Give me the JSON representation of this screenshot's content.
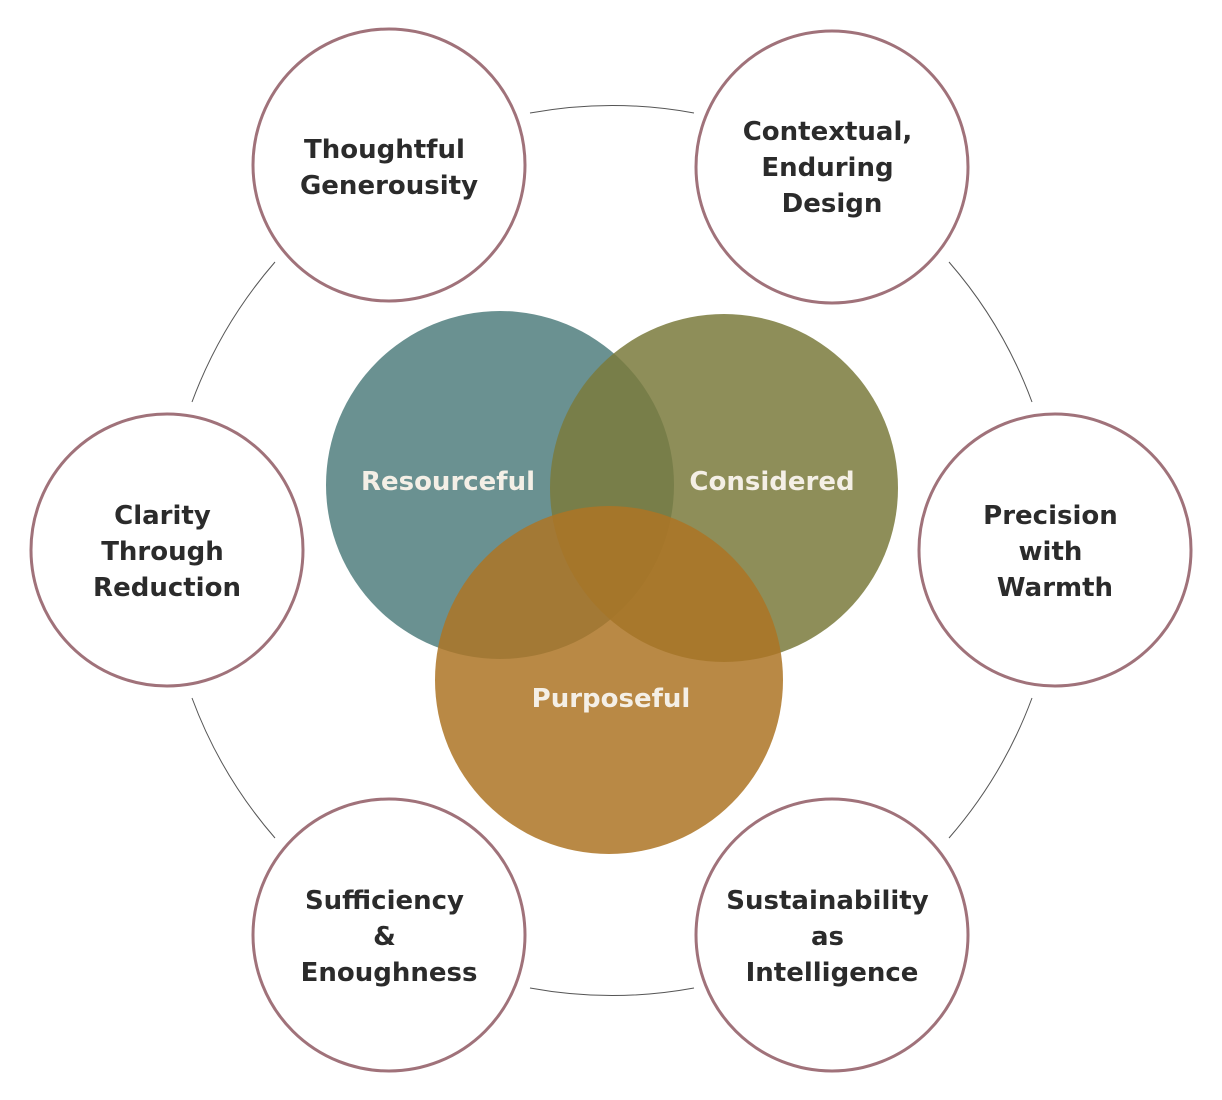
{
  "colors": {
    "outer_stroke": "#a0727a",
    "ring": "#555555",
    "resourceful": "#5a8585",
    "considered": "#7a7a3c",
    "purposeful": "#ad7425"
  },
  "venn": [
    {
      "label": "Resourceful"
    },
    {
      "label": "Considered"
    },
    {
      "label": "Purposeful"
    }
  ],
  "principles": [
    {
      "lines": [
        "Thoughtful",
        "Generousity"
      ]
    },
    {
      "lines": [
        "Contextual,",
        "Enduring",
        "Design"
      ]
    },
    {
      "lines": [
        "Precision",
        "with",
        "Warmth"
      ]
    },
    {
      "lines": [
        "Sustainability",
        "as",
        "Intelligence"
      ]
    },
    {
      "lines": [
        "Sufficiency",
        "&",
        "Enoughness"
      ]
    },
    {
      "lines": [
        "Clarity",
        "Through",
        "Reduction"
      ]
    }
  ]
}
